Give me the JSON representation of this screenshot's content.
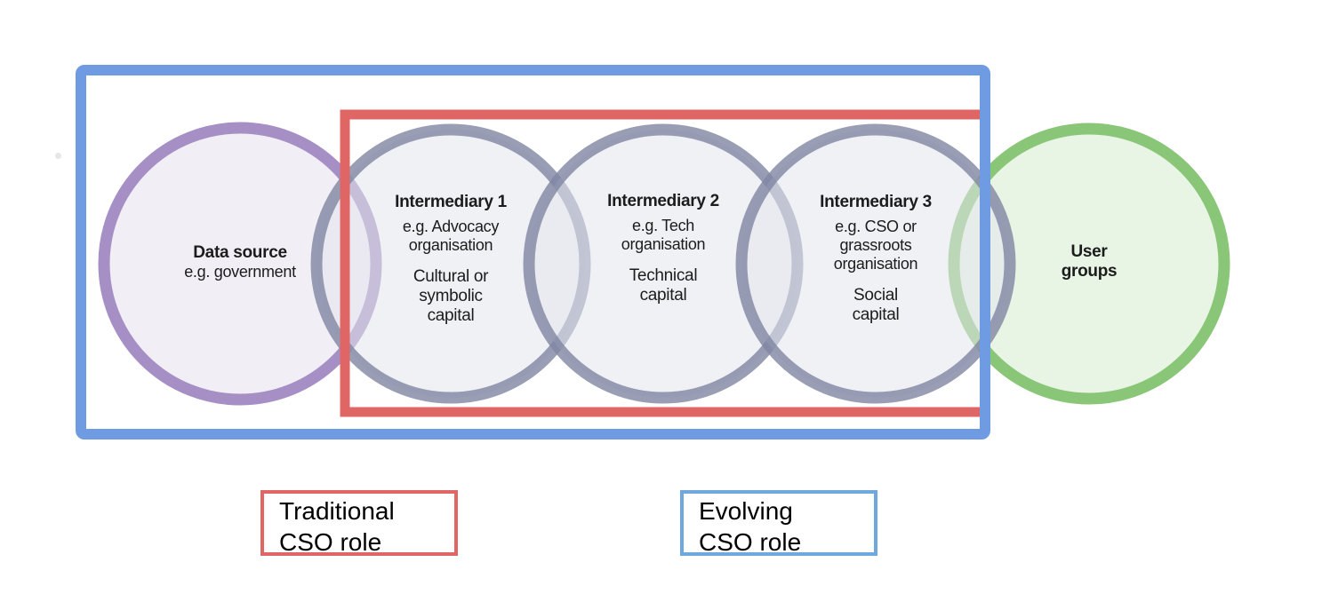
{
  "colors": {
    "evolving_frame": "#6f9be3",
    "traditional_frame": "#e06666",
    "data_source_ring": "#a58fc4",
    "intermediary_ring": "#8a90ab",
    "user_groups_ring": "#8ac677",
    "user_groups_fill": "#e8f4e4",
    "intermediary_fill": "#eceef3",
    "legend_traditional_border": "#e06666",
    "legend_evolving_border": "#6fa8dc"
  },
  "nodes": {
    "data_source": {
      "title": "Data source",
      "example": "e.g. government"
    },
    "intermediary_1": {
      "title": "Intermediary 1",
      "example_line1": "e.g. Advocacy",
      "example_line2": "organisation",
      "capital_line1": "Cultural or",
      "capital_line2": "symbolic",
      "capital_line3": "capital"
    },
    "intermediary_2": {
      "title": "Intermediary 2",
      "example_line1": "e.g. Tech",
      "example_line2": "organisation",
      "capital_line1": "Technical",
      "capital_line2": "capital"
    },
    "intermediary_3": {
      "title": "Intermediary 3",
      "example_line1": "e.g. CSO or",
      "example_line2": "grassroots",
      "example_line3": "organisation",
      "capital_line1": "Social",
      "capital_line2": "capital"
    },
    "user_groups": {
      "title_line1": "User",
      "title_line2": "groups"
    }
  },
  "legend": {
    "traditional": {
      "line1": "Traditional",
      "line2": "CSO role"
    },
    "evolving": {
      "line1": "Evolving",
      "line2": "CSO role"
    }
  }
}
